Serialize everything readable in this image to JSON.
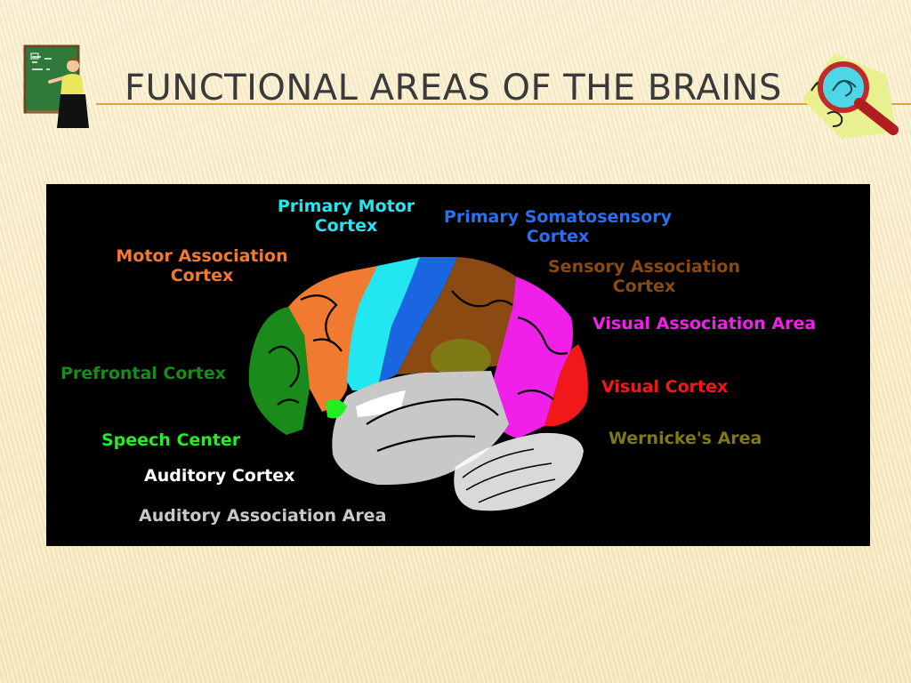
{
  "slide": {
    "title": "Functional Areas of the Brains"
  },
  "colors": {
    "accent_rule": "#e0a23a",
    "diagram_background": "#000000",
    "prefrontal": "#1a8a1a",
    "motor_association": "#f07a30",
    "primary_motor": "#22e6f0",
    "primary_somatosensory": "#1a66e0",
    "sensory_association": "#8a4a12",
    "visual_association": "#f020e8",
    "visual_cortex": "#f01818",
    "wernicke": "#7f7a14",
    "speech_center": "#22ee22",
    "auditory_cortex": "#ffffff",
    "auditory_association": "#c8c8c8"
  },
  "icons": {
    "teacher": "teacher-at-chalkboard-icon",
    "magnifier": "magnifying-glass-fingerprint-icon"
  },
  "labels": {
    "primary_motor": {
      "line1": "Primary Motor",
      "line2": "Cortex",
      "color": "#22e6f0"
    },
    "primary_somatosensory": {
      "line1": "Primary Somatosensory",
      "line2": "Cortex",
      "color": "#2a6ff0"
    },
    "motor_association": {
      "line1": "Motor Association",
      "line2": "Cortex",
      "color": "#f07a30"
    },
    "sensory_association": {
      "line1": "Sensory Association",
      "line2": "Cortex",
      "color": "#8a4a12"
    },
    "visual_association": {
      "text": "Visual Association Area",
      "color": "#f020e8"
    },
    "prefrontal": {
      "text": "Prefrontal Cortex",
      "color": "#1a8a1a"
    },
    "visual_cortex": {
      "text": "Visual Cortex",
      "color": "#f01818"
    },
    "speech_center": {
      "text": "Speech Center",
      "color": "#22ee22"
    },
    "wernicke": {
      "text": "Wernicke's Area",
      "color": "#7f7a14"
    },
    "auditory_cortex": {
      "text": "Auditory Cortex",
      "color": "#ffffff"
    },
    "auditory_association": {
      "text": "Auditory Association Area",
      "color": "#c8c8c8"
    }
  }
}
